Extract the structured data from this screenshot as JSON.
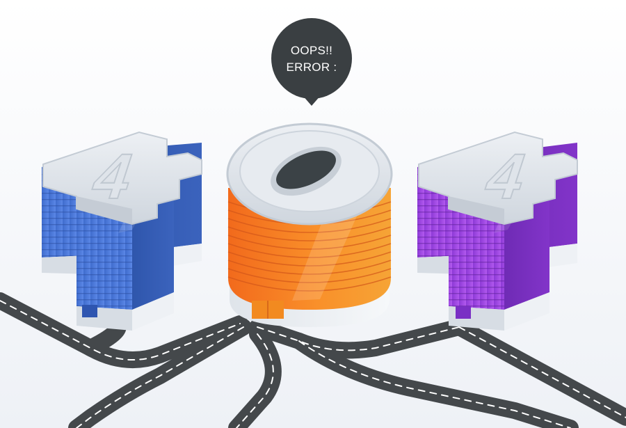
{
  "speech_bubble": {
    "line1": "OOPS!!",
    "line2": "ERROR :"
  },
  "illustration": {
    "left_digit": "4",
    "middle_digit": "0",
    "right_digit": "4"
  },
  "colors": {
    "background": "#f7f8fb",
    "bubble": "#3a3f42",
    "left_building": "#4a76d6",
    "middle_building": "#f47f1f",
    "right_building": "#9a45e0",
    "roof": "#dfe4ea",
    "road": "#4a4d50"
  }
}
